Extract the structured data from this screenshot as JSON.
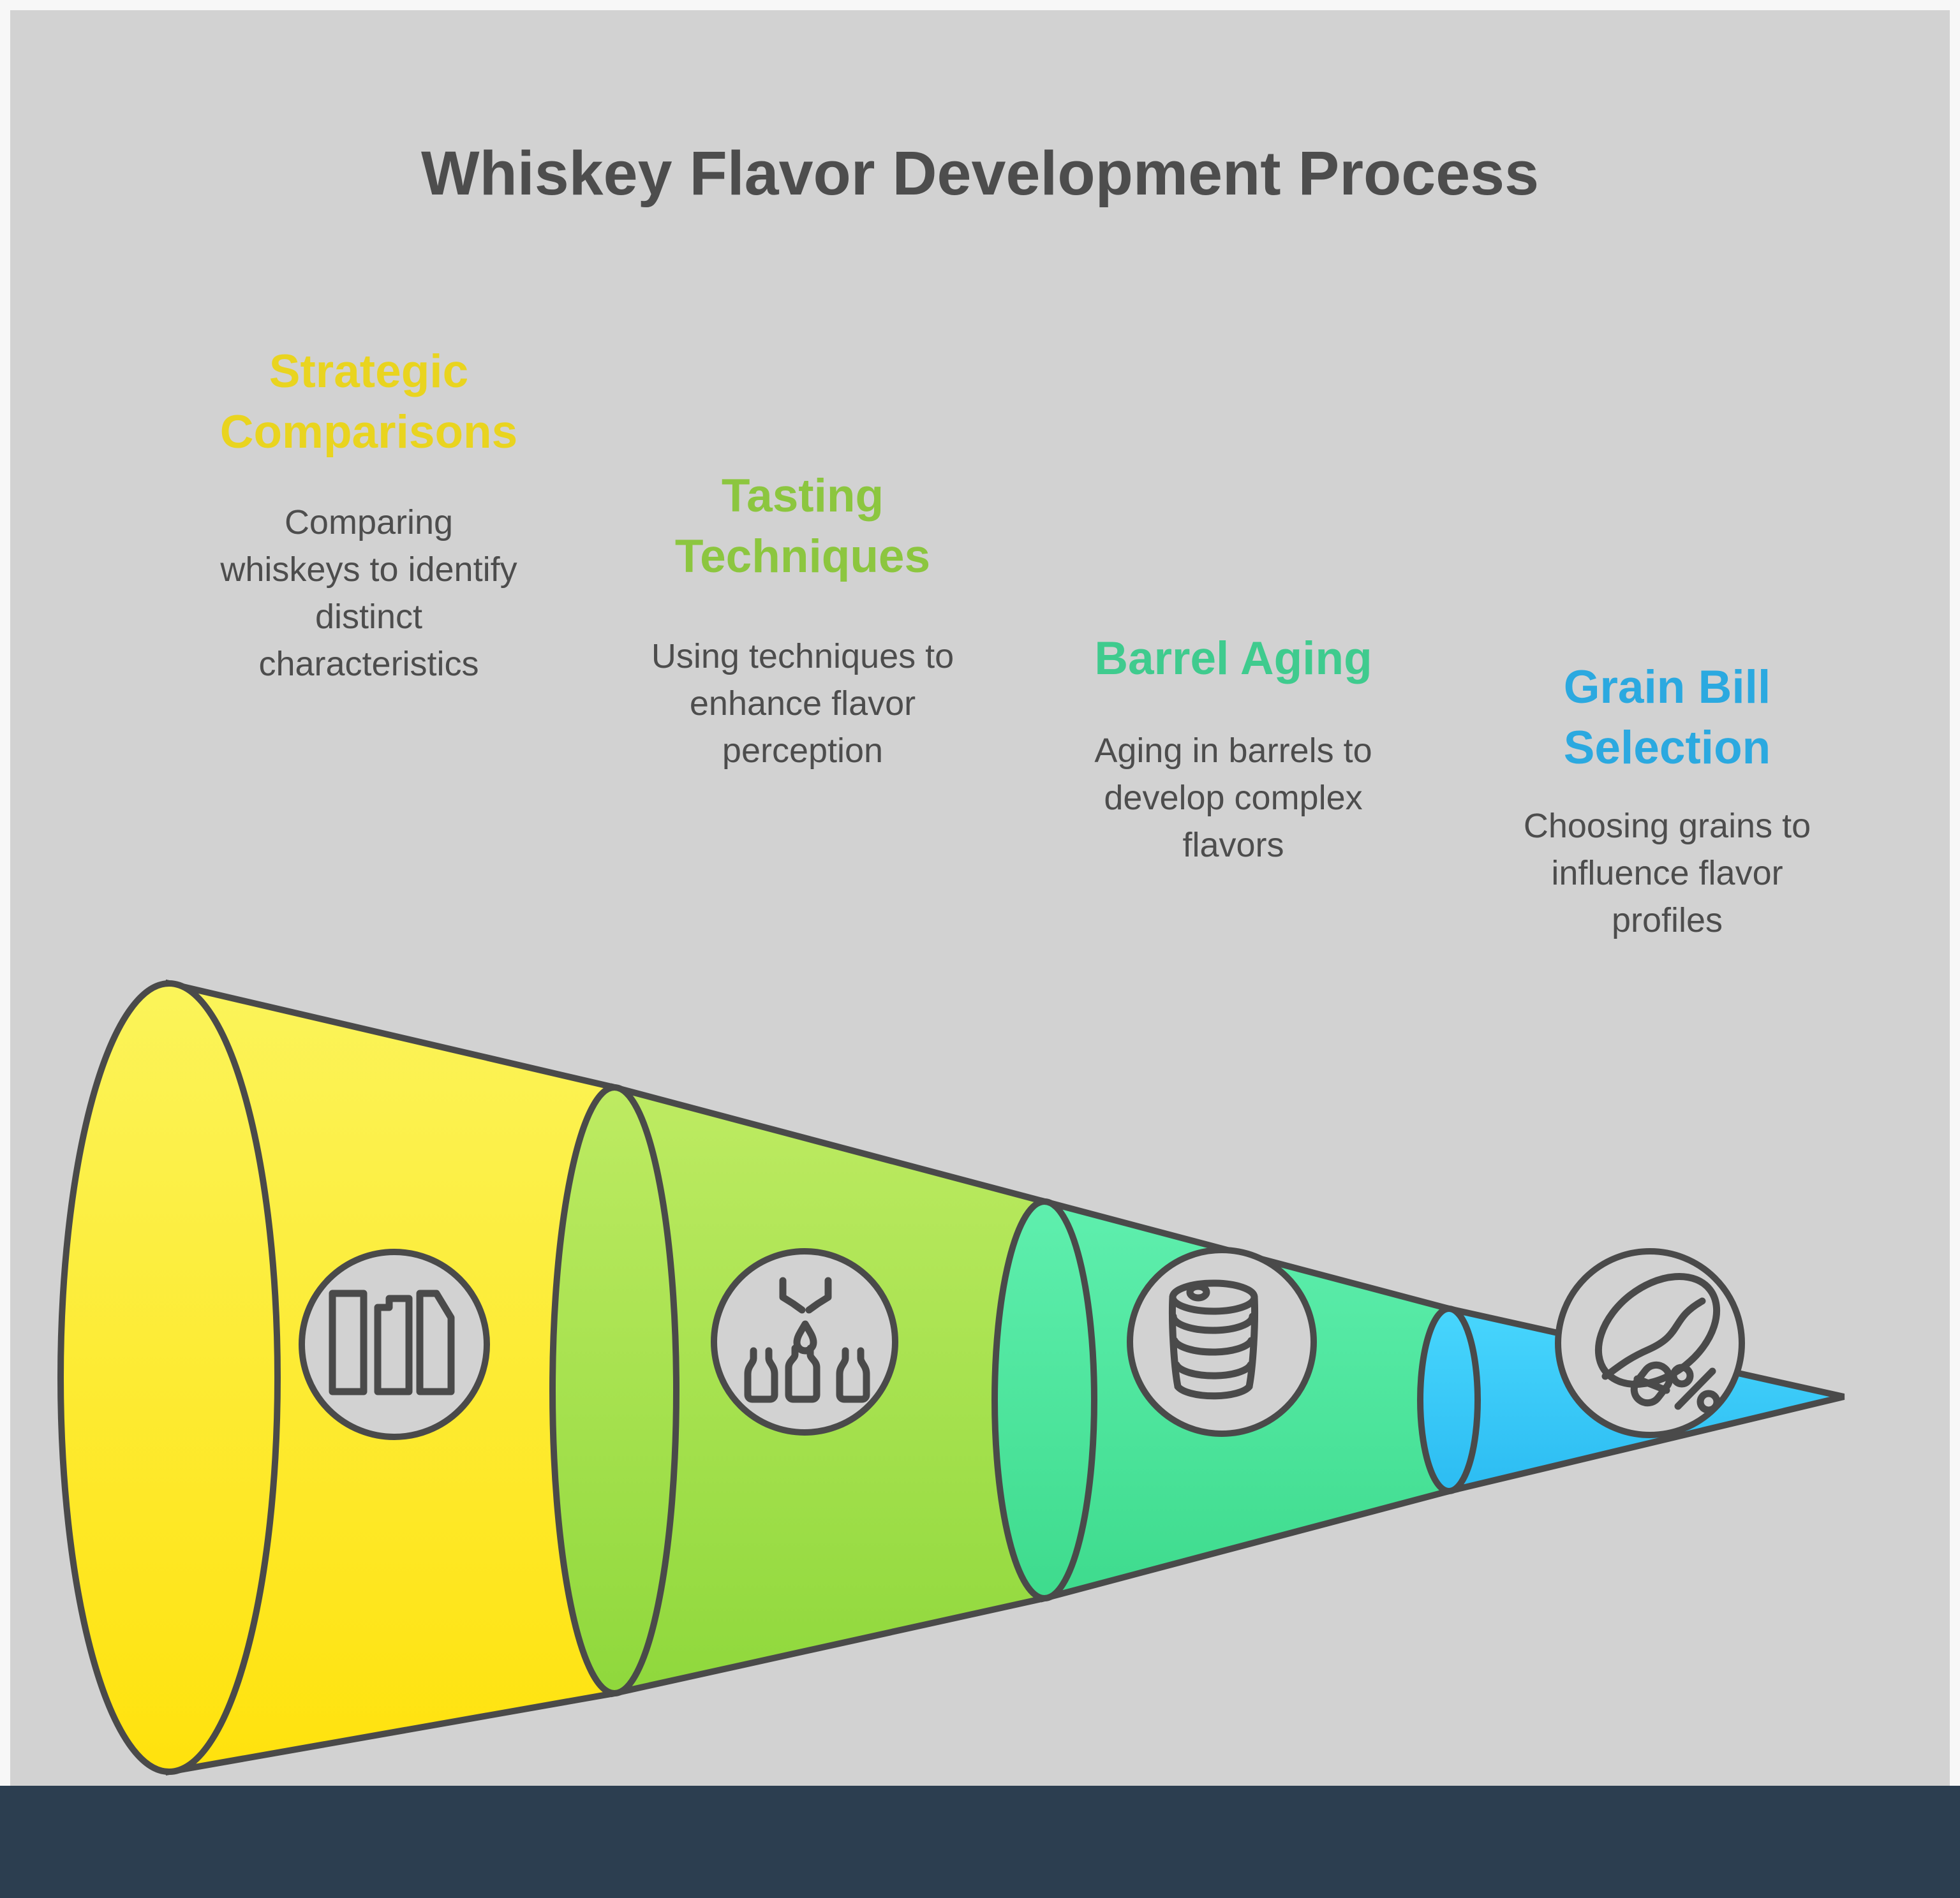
{
  "title": "Whiskey Flavor Development Process",
  "colors": {
    "frame": "#f7f7f7",
    "canvas": "#d2d2d2",
    "footer": "#2c3e50",
    "outline": "#4a4a4a",
    "text": "#4d4d4d"
  },
  "stages": [
    {
      "heading": "Strategic\nComparisons",
      "description": "Comparing\nwhiskeys to identify\ndistinct\ncharacteristics",
      "heading_color": "#e9d41f",
      "icon": "books-icon",
      "gradient_top": "#fbf45a",
      "gradient_bottom": "#ffe20d"
    },
    {
      "heading": "Tasting\nTechniques",
      "description": "Using techniques to\nenhance flavor\nperception",
      "heading_color": "#8cc63f",
      "icon": "tasting-bottles-icon",
      "gradient_top": "#beeb62",
      "gradient_bottom": "#8fd83c"
    },
    {
      "heading": "Barrel Aging",
      "description": "Aging in barrels to\ndevelop complex\nflavors",
      "heading_color": "#3fcb8e",
      "icon": "barrel-icon",
      "gradient_top": "#5fefae",
      "gradient_bottom": "#3edb8d"
    },
    {
      "heading": "Grain Bill\nSelection",
      "description": "Choosing grains to\ninfluence flavor\nprofiles",
      "heading_color": "#2ba9e0",
      "icon": "grain-percent-icon",
      "gradient_top": "#48d6fd",
      "gradient_bottom": "#2cbcf2"
    }
  ]
}
